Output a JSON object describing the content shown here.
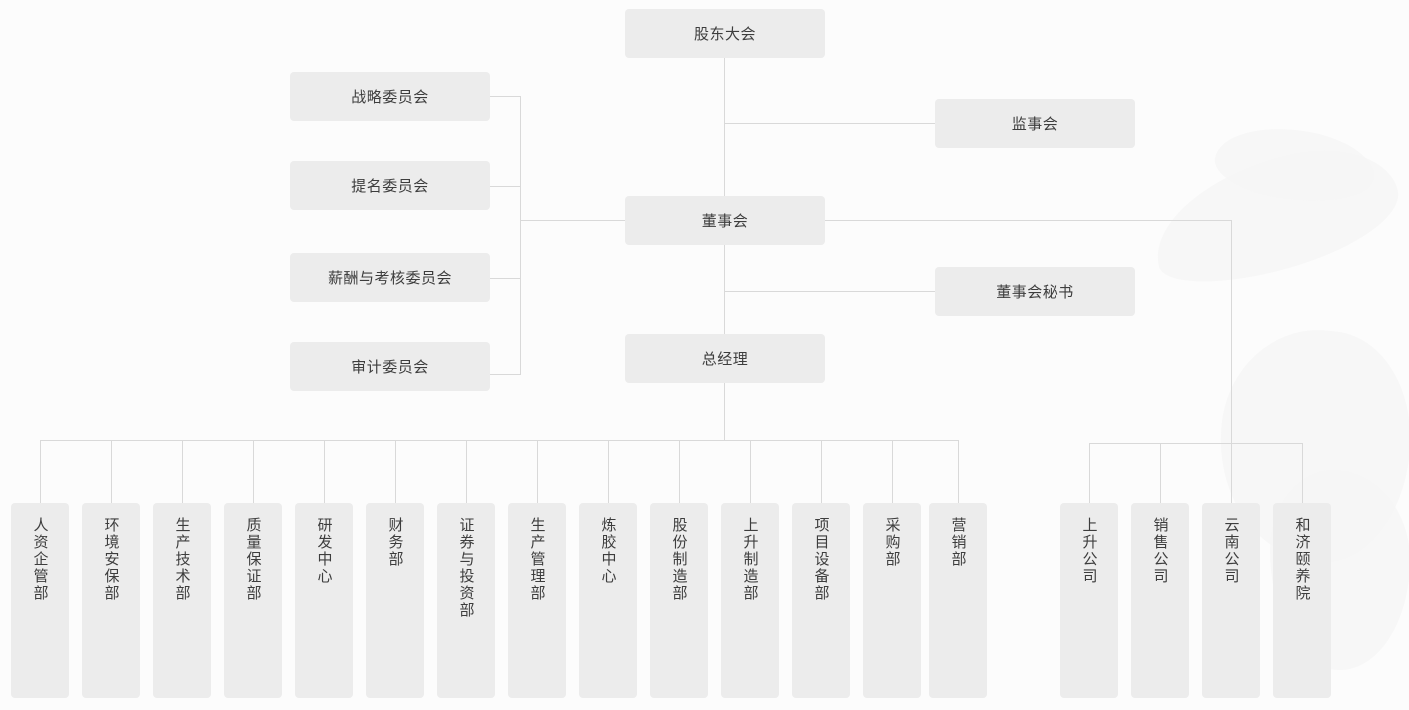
{
  "chart": {
    "type": "org-chart",
    "title": "",
    "background_color": "#fcfcfc",
    "node_fill_color": "#ececec",
    "line_color": "#d9d9d9",
    "text_color": "#3d3d3d"
  },
  "top": {
    "shareholders_meeting": "股东大会"
  },
  "supervisory": {
    "supervisory_board": "监事会"
  },
  "board": {
    "board_of_directors": "董事会",
    "board_secretary": "董事会秘书",
    "general_manager": "总经理"
  },
  "committees": [
    {
      "label": "战略委员会"
    },
    {
      "label": "提名委员会"
    },
    {
      "label": "薪酬与考核委员会"
    },
    {
      "label": "审计委员会"
    }
  ],
  "departments": [
    {
      "label": "人资企管部"
    },
    {
      "label": "环境安保部"
    },
    {
      "label": "生产技术部"
    },
    {
      "label": "质量保证部"
    },
    {
      "label": "研发中心"
    },
    {
      "label": "财务部"
    },
    {
      "label": "证券与投资部"
    },
    {
      "label": "生产管理部"
    },
    {
      "label": "炼胶中心"
    },
    {
      "label": "股份制造部"
    },
    {
      "label": "上升制造部"
    },
    {
      "label": "项目设备部"
    },
    {
      "label": "采购部"
    },
    {
      "label": "营销部"
    }
  ],
  "subsidiaries": [
    {
      "label": "上升公司"
    },
    {
      "label": "销售公司"
    },
    {
      "label": "云南公司"
    },
    {
      "label": "和济颐养院"
    }
  ]
}
